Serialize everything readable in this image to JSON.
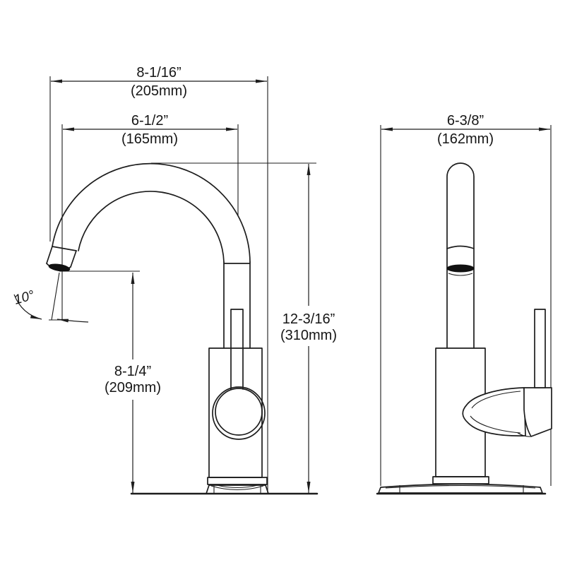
{
  "drawing": {
    "subject": "single-handle gooseneck bar faucet dimensional drawing",
    "background": "#ffffff",
    "line_color": "#1d1d1d",
    "text_color": "#161616"
  },
  "dims": {
    "overall_depth": {
      "in": "8-1/16”",
      "mm": "(205mm)"
    },
    "spout_reach": {
      "in": "6-1/2”",
      "mm": "(165mm)"
    },
    "front_width": {
      "in": "6-3/8”",
      "mm": "(162mm)"
    },
    "overall_height": {
      "in": "12-3/16”",
      "mm": "(310mm)"
    },
    "spout_height": {
      "in": "8-1/4”",
      "mm": "(209mm)"
    },
    "stream_angle": "10°"
  }
}
